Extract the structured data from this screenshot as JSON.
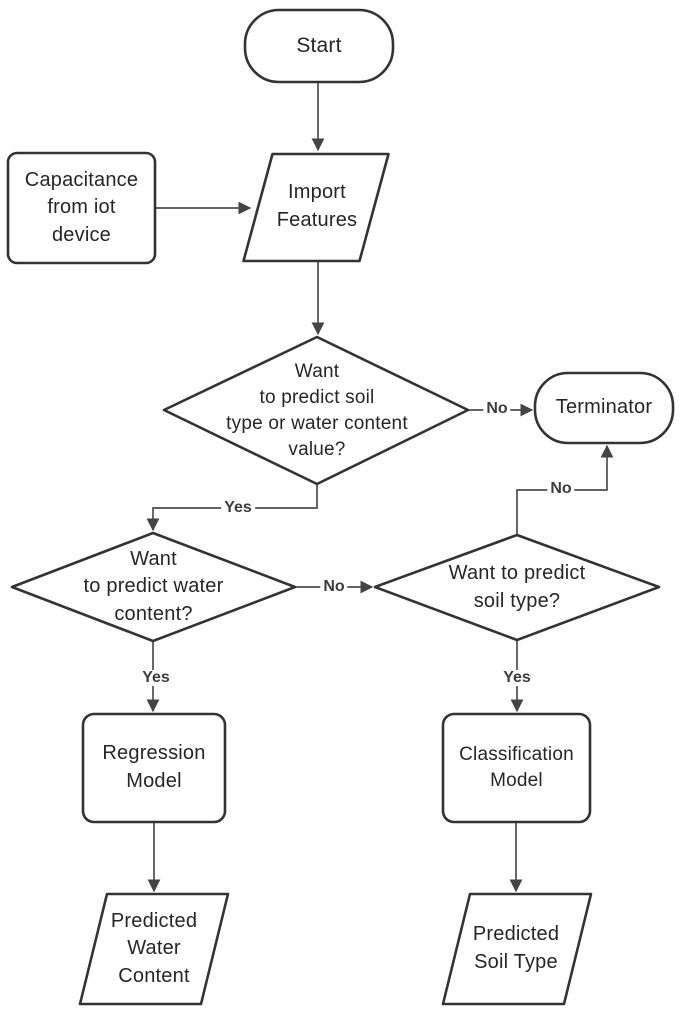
{
  "colors": {
    "background": "#fefefe",
    "shape_border": "#333333",
    "connector": "#4d4d4d",
    "node_text": "#262626",
    "edge_label_text": "#3d3d3d"
  },
  "nodes": {
    "start": {
      "label": "Start",
      "shape": "terminator"
    },
    "capacitance": {
      "label": "Capacitance\nfrom iot\ndevice",
      "shape": "process"
    },
    "import_features": {
      "label": "Import\nFeatures",
      "shape": "data-parallelogram"
    },
    "decision_main": {
      "label": "Want\nto predict soil\ntype or water content\nvalue?",
      "shape": "decision"
    },
    "terminator": {
      "label": "Terminator",
      "shape": "terminator"
    },
    "decision_water": {
      "label": "Want\nto predict water\ncontent?",
      "shape": "decision"
    },
    "decision_soil": {
      "label": "Want to predict\nsoil type?",
      "shape": "decision"
    },
    "regression": {
      "label": "Regression\nModel",
      "shape": "process"
    },
    "classification": {
      "label": "Classification\nModel",
      "shape": "process"
    },
    "predicted_water": {
      "label": "Predicted\nWater\nContent",
      "shape": "data-parallelogram"
    },
    "predicted_soil": {
      "label": "Predicted\nSoil Type",
      "shape": "data-parallelogram"
    }
  },
  "edges": {
    "start_import": {
      "from": "start",
      "to": "import_features",
      "label": ""
    },
    "capacitance_import": {
      "from": "capacitance",
      "to": "import_features",
      "label": ""
    },
    "import_main": {
      "from": "import_features",
      "to": "decision_main",
      "label": ""
    },
    "main_no": {
      "from": "decision_main",
      "to": "terminator",
      "label": "No"
    },
    "main_yes": {
      "from": "decision_main",
      "to": "decision_water",
      "label": "Yes"
    },
    "water_no": {
      "from": "decision_water",
      "to": "decision_soil",
      "label": "No"
    },
    "soil_no": {
      "from": "decision_soil",
      "to": "terminator",
      "label": "No"
    },
    "water_yes": {
      "from": "decision_water",
      "to": "regression",
      "label": "Yes"
    },
    "soil_yes": {
      "from": "decision_soil",
      "to": "classification",
      "label": "Yes"
    },
    "regression_out": {
      "from": "regression",
      "to": "predicted_water",
      "label": ""
    },
    "classification_out": {
      "from": "classification",
      "to": "predicted_soil",
      "label": ""
    }
  }
}
